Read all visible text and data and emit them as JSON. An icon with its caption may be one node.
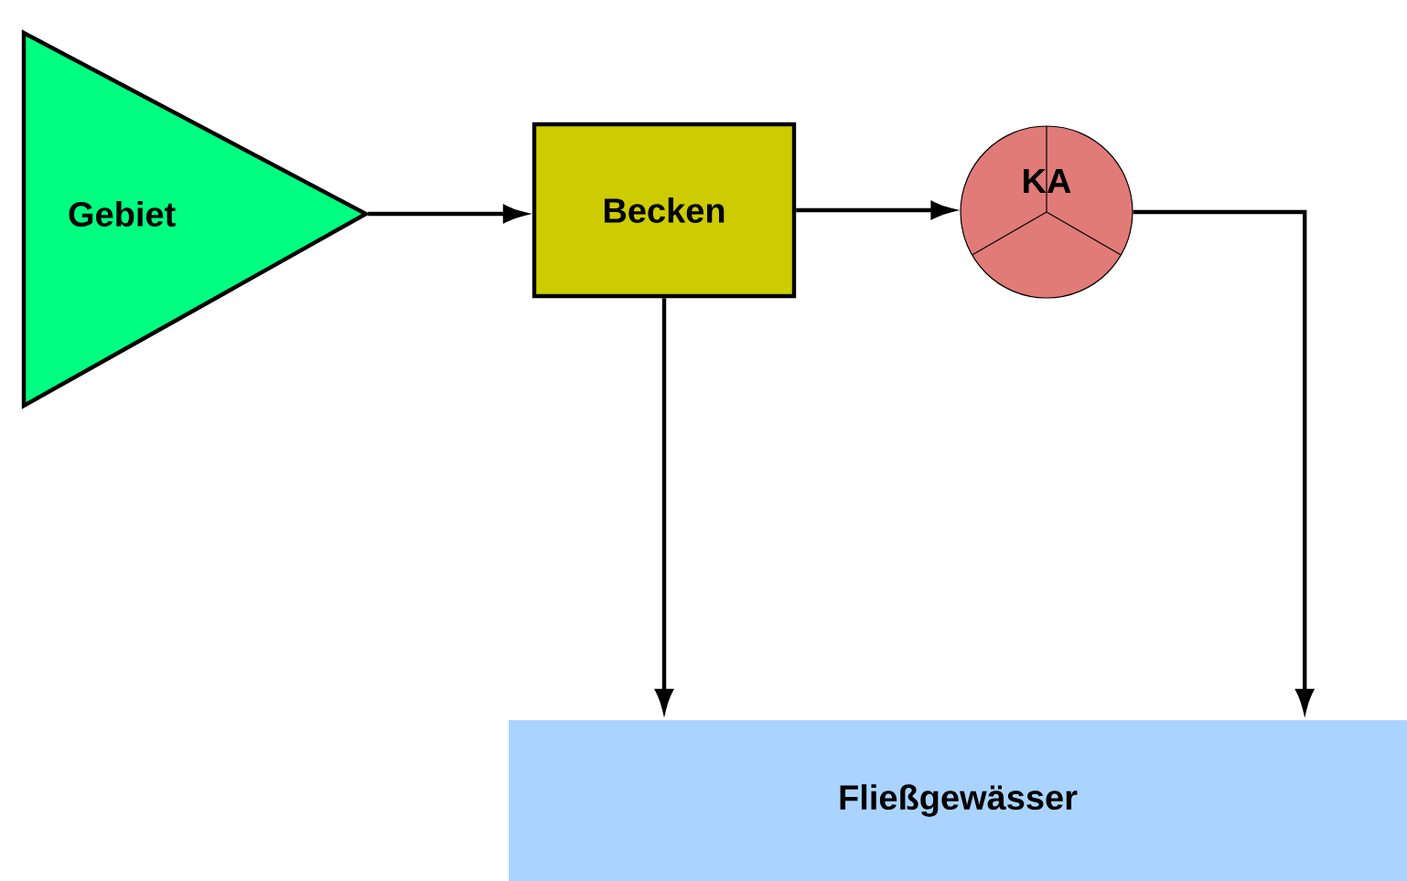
{
  "diagram": {
    "nodes": [
      {
        "text": [
          "Gebiet"
        ]
      },
      {
        "text": [
          "Becken"
        ]
      },
      {
        "text": [
          "KA"
        ]
      },
      {
        "text": [
          "Fließgewässer"
        ]
      }
    ],
    "edges": [
      {
        "from": 0,
        "to": 1,
        "arrow": "to"
      },
      {
        "from": 1,
        "to": 2,
        "arrow": "to"
      },
      {
        "from": 1,
        "to": 3,
        "arrow": "to"
      },
      {
        "from": 2,
        "to": 3,
        "arrow": "to"
      }
    ]
  }
}
